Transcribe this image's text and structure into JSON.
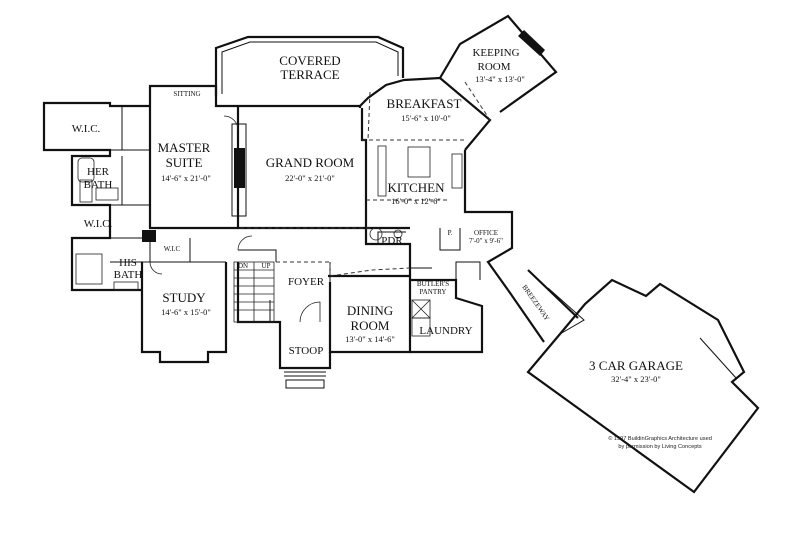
{
  "rooms": {
    "covered_terrace": {
      "name_1": "COVERED",
      "name_2": "TERRACE"
    },
    "keeping_room": {
      "name_1": "KEEPING",
      "name_2": "ROOM",
      "dims": "13'-4\" x 13'-0\""
    },
    "breakfast": {
      "name": "BREAKFAST",
      "dims": "15'-6\" x 10'-0\""
    },
    "sitting": {
      "name": "SITTING"
    },
    "wic_top": {
      "name": "W.I.C."
    },
    "master_suite": {
      "name_1": "MASTER",
      "name_2": "SUITE",
      "dims": "14'-6\" x 21'-0\""
    },
    "grand_room": {
      "name": "GRAND ROOM",
      "dims": "22'-0\" x 21'-0\""
    },
    "her_bath": {
      "name_1": "HER",
      "name_2": "BATH"
    },
    "kitchen": {
      "name": "KITCHEN",
      "dims": "16'-0\" x 12'-6\""
    },
    "wic_mid": {
      "name": "W.I.C."
    },
    "wic_small": {
      "name": "W.I.C"
    },
    "his_bath": {
      "name_1": "HIS",
      "name_2": "BATH"
    },
    "pdr": {
      "name": "PDR"
    },
    "pantry": {
      "name": "P."
    },
    "office": {
      "name": "OFFICE",
      "dims": "7'-0\" x 9'-6\""
    },
    "stairs": {
      "dn": "DN",
      "up": "UP"
    },
    "foyer": {
      "name": "FOYER"
    },
    "butlers_pantry": {
      "name_1": "BUTLER'S",
      "name_2": "PANTRY"
    },
    "breezeway": {
      "name": "BREEZEWAY"
    },
    "study": {
      "name": "STUDY",
      "dims": "14'-6\" x 15'-0\""
    },
    "dining_room": {
      "name_1": "DINING",
      "name_2": "ROOM",
      "dims": "13'-0\" x 14'-6\""
    },
    "laundry": {
      "name": "LAUNDRY"
    },
    "stoop": {
      "name": "STOOP"
    },
    "garage": {
      "name": "3 CAR GARAGE",
      "dims": "32'-4\" x 23'-0\""
    }
  },
  "copyright": {
    "line_1": "© 1997 BuildinGraphics Architecture used",
    "line_2": "by permission by Living Concepts"
  }
}
